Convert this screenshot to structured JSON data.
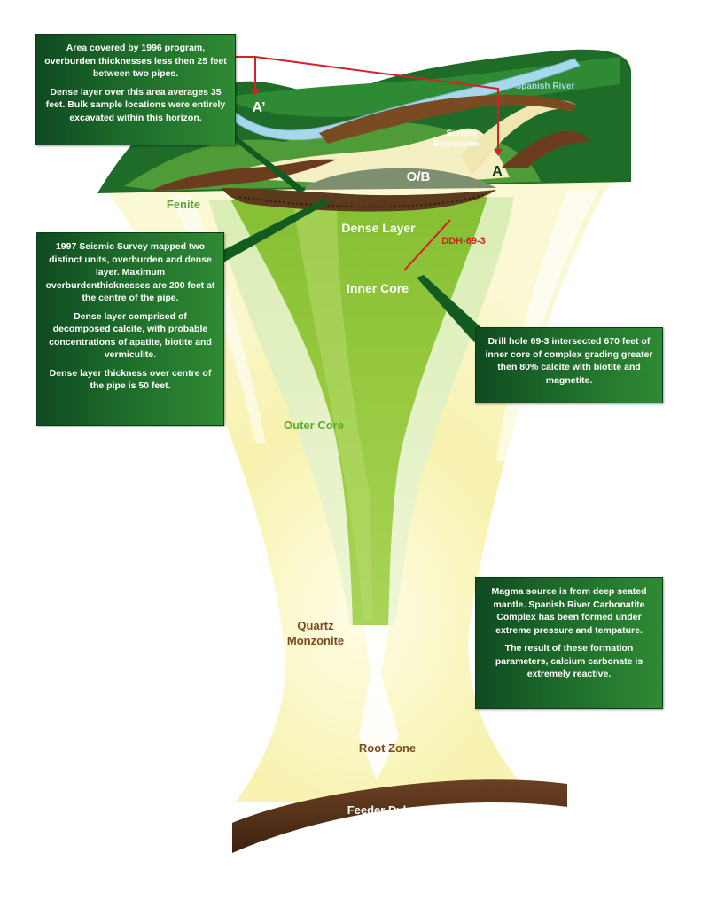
{
  "labels": {
    "a_prime": "A’",
    "a": "A",
    "spanish_river": "Spanish River",
    "surface_expression_1": "Surface",
    "surface_expression_2": "Expression",
    "ob": "O/B",
    "fenite": "Fenite",
    "dense_layer": "Dense Layer",
    "ddh": "DDH-69-3",
    "inner_core": "Inner Core",
    "outer_core": "Outer Core",
    "quartz_1": "Quartz",
    "quartz_2": "Monzonite",
    "root_zone": "Root Zone",
    "feeder_dykes": "Feeder Dykes"
  },
  "callouts": {
    "program_1996": [
      "Area covered by 1996 program, overburden thicknesses less then 25 feet between two pipes.",
      "Dense layer over this area averages 35 feet. Bulk sample locations were entirely excavated within this horizon."
    ],
    "seismic_1997": [
      "1997 Seismic Survey mapped two distinct units, overburden and dense layer. Maximum overburdenthicknesses are 200 feet at the centre of the pipe.",
      "Dense layer comprised of decomposed calcite, with probable concentrations of apatite, biotite and vermiculite.",
      "Dense layer thickness over centre of the pipe is 50 feet."
    ],
    "drill_hole": [
      "Drill hole 69-3 intersected 670 feet of inner core of complex grading greater then 80% calcite with biotite and magnetite."
    ],
    "magma": [
      "Magma source is from deep seated mantle. Spanish River Carbonatite Complex has been formed under extreme pressure and tempature.",
      "The result of these formation parameters, calcium carbonate is extremely reactive."
    ]
  },
  "colors": {
    "box_dark": "#0f4a21",
    "box_light": "#2f8a34",
    "inner_core": "#7db52b",
    "outer_core": "#cfe6a6",
    "root_glow": "#f7f3b5",
    "surface_dark": "#145b22",
    "surface_light": "#4f9b37",
    "river": "#9fd2e6",
    "overburden": "#6b3d1e",
    "section_line": "#d42027",
    "label_green": "#5fa82e",
    "label_brown": "#7a4a1e"
  }
}
